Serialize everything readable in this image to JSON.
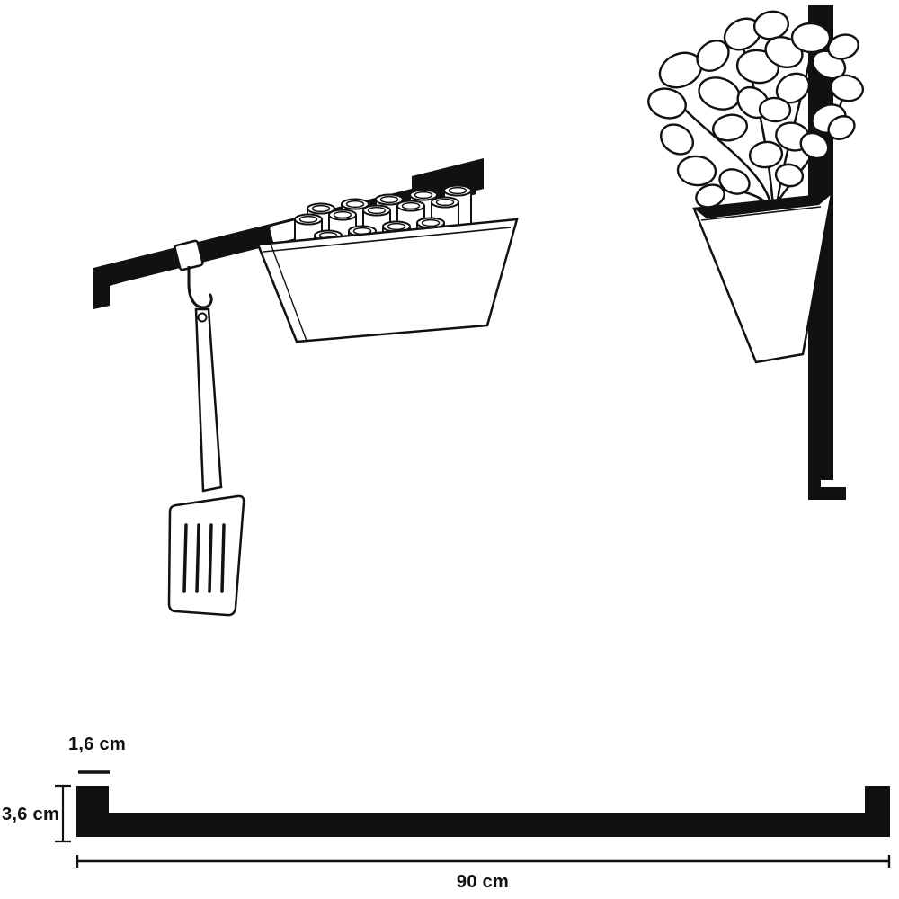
{
  "diagram": {
    "type": "product-dimension-illustration",
    "dimensions": {
      "flange_width": "1,6 cm",
      "profile_height": "3,6 cm",
      "rail_length": "90 cm"
    },
    "scene": {
      "left_illustration": "horizontal-wall-rail-with-hook-spatula-and-jar-basket",
      "right_illustration": "vertical-wall-rail-with-hanging-planter-and-plant",
      "bottom_illustration": "rail-profile-with-dimensions"
    },
    "colors": {
      "ink": "#111111",
      "background": "#ffffff"
    }
  }
}
